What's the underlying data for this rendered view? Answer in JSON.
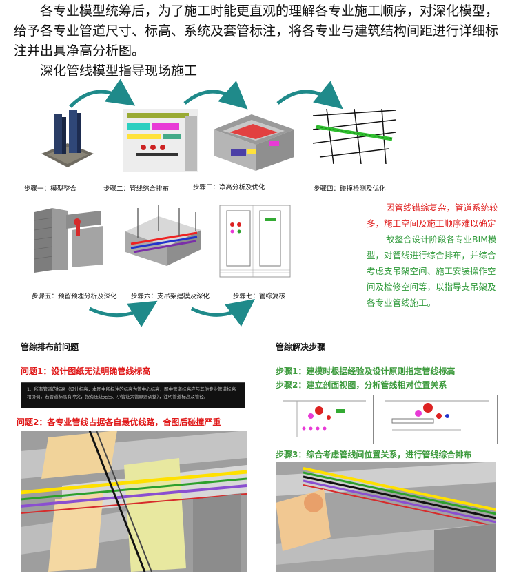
{
  "intro": {
    "para1": "各专业模型统筹后，为了施工时能更直观的理解各专业施工顺序，对深化模型，给予各专业管道尺寸、标高、系统及套管标注，将各专业与建筑结构间距进行详细标注并出具净高分析图。",
    "para2": "深化管线模型指导现场施工"
  },
  "steps": [
    {
      "label": "步骤一：模型整合"
    },
    {
      "label": "步骤二：管线综合排布"
    },
    {
      "label": "步骤三：净高分析及优化"
    },
    {
      "label": "步骤四：碰撞检测及优化"
    },
    {
      "label": "步骤五：预留预埋分析及深化"
    },
    {
      "label": "步骤六：支吊架建模及深化"
    },
    {
      "label": "步骤七：管综复核"
    }
  ],
  "side_note": {
    "red": "因管线错综复杂，管道系统较多，施工空间及施工顺序难以确定",
    "green": "故整合设计阶段各专业BIM模型，对管线进行综合排布，并综合考虑支吊架空间、施工安装操作空间及检修空间等，以指导支吊架及各专业管线施工。"
  },
  "left_section": {
    "heading": "管综排布前问题",
    "problem1": "问题1：设计图纸无法明确管线标高",
    "drawing_note": "1、所有管道的标高（设计标高，本图中所标注的标高为管中心标高，图中管道标高应与其他专业管道标高相协调，若管道标高有冲突，按有压让无压、小管让大管原则调整），注明管道标高及管径。",
    "problem2": "问题2：各专业管线占据各自最优线路，合图后碰撞严重"
  },
  "right_section": {
    "heading": "管综解决步骤",
    "step1": "步骤1：建模时根据经验及设计原则指定管线标高",
    "step2": "步骤2：建立剖面视图，分析管线相对位置关系",
    "step3": "步骤3：综合考虑管线间位置关系，进行管线综合排布"
  },
  "colors": {
    "red_text": "#e01a1a",
    "green_text": "#3c9a3c",
    "arrow": "#1f8a8a"
  }
}
